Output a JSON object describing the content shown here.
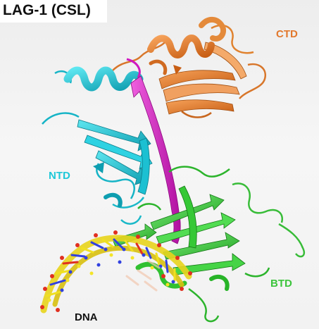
{
  "title": "LAG-1 (CSL)",
  "labels": {
    "ctd": "CTD",
    "ntd": "NTD",
    "btd": "BTD",
    "dna": "DNA"
  },
  "colors": {
    "ctd": "#e2782c",
    "ntd": "#20c8d8",
    "btd": "#3cc43c",
    "linker": "#e020c8",
    "dna_carbon": "#f0e020",
    "dna_nitrogen": "#3040e0",
    "dna_oxygen": "#e03020"
  }
}
